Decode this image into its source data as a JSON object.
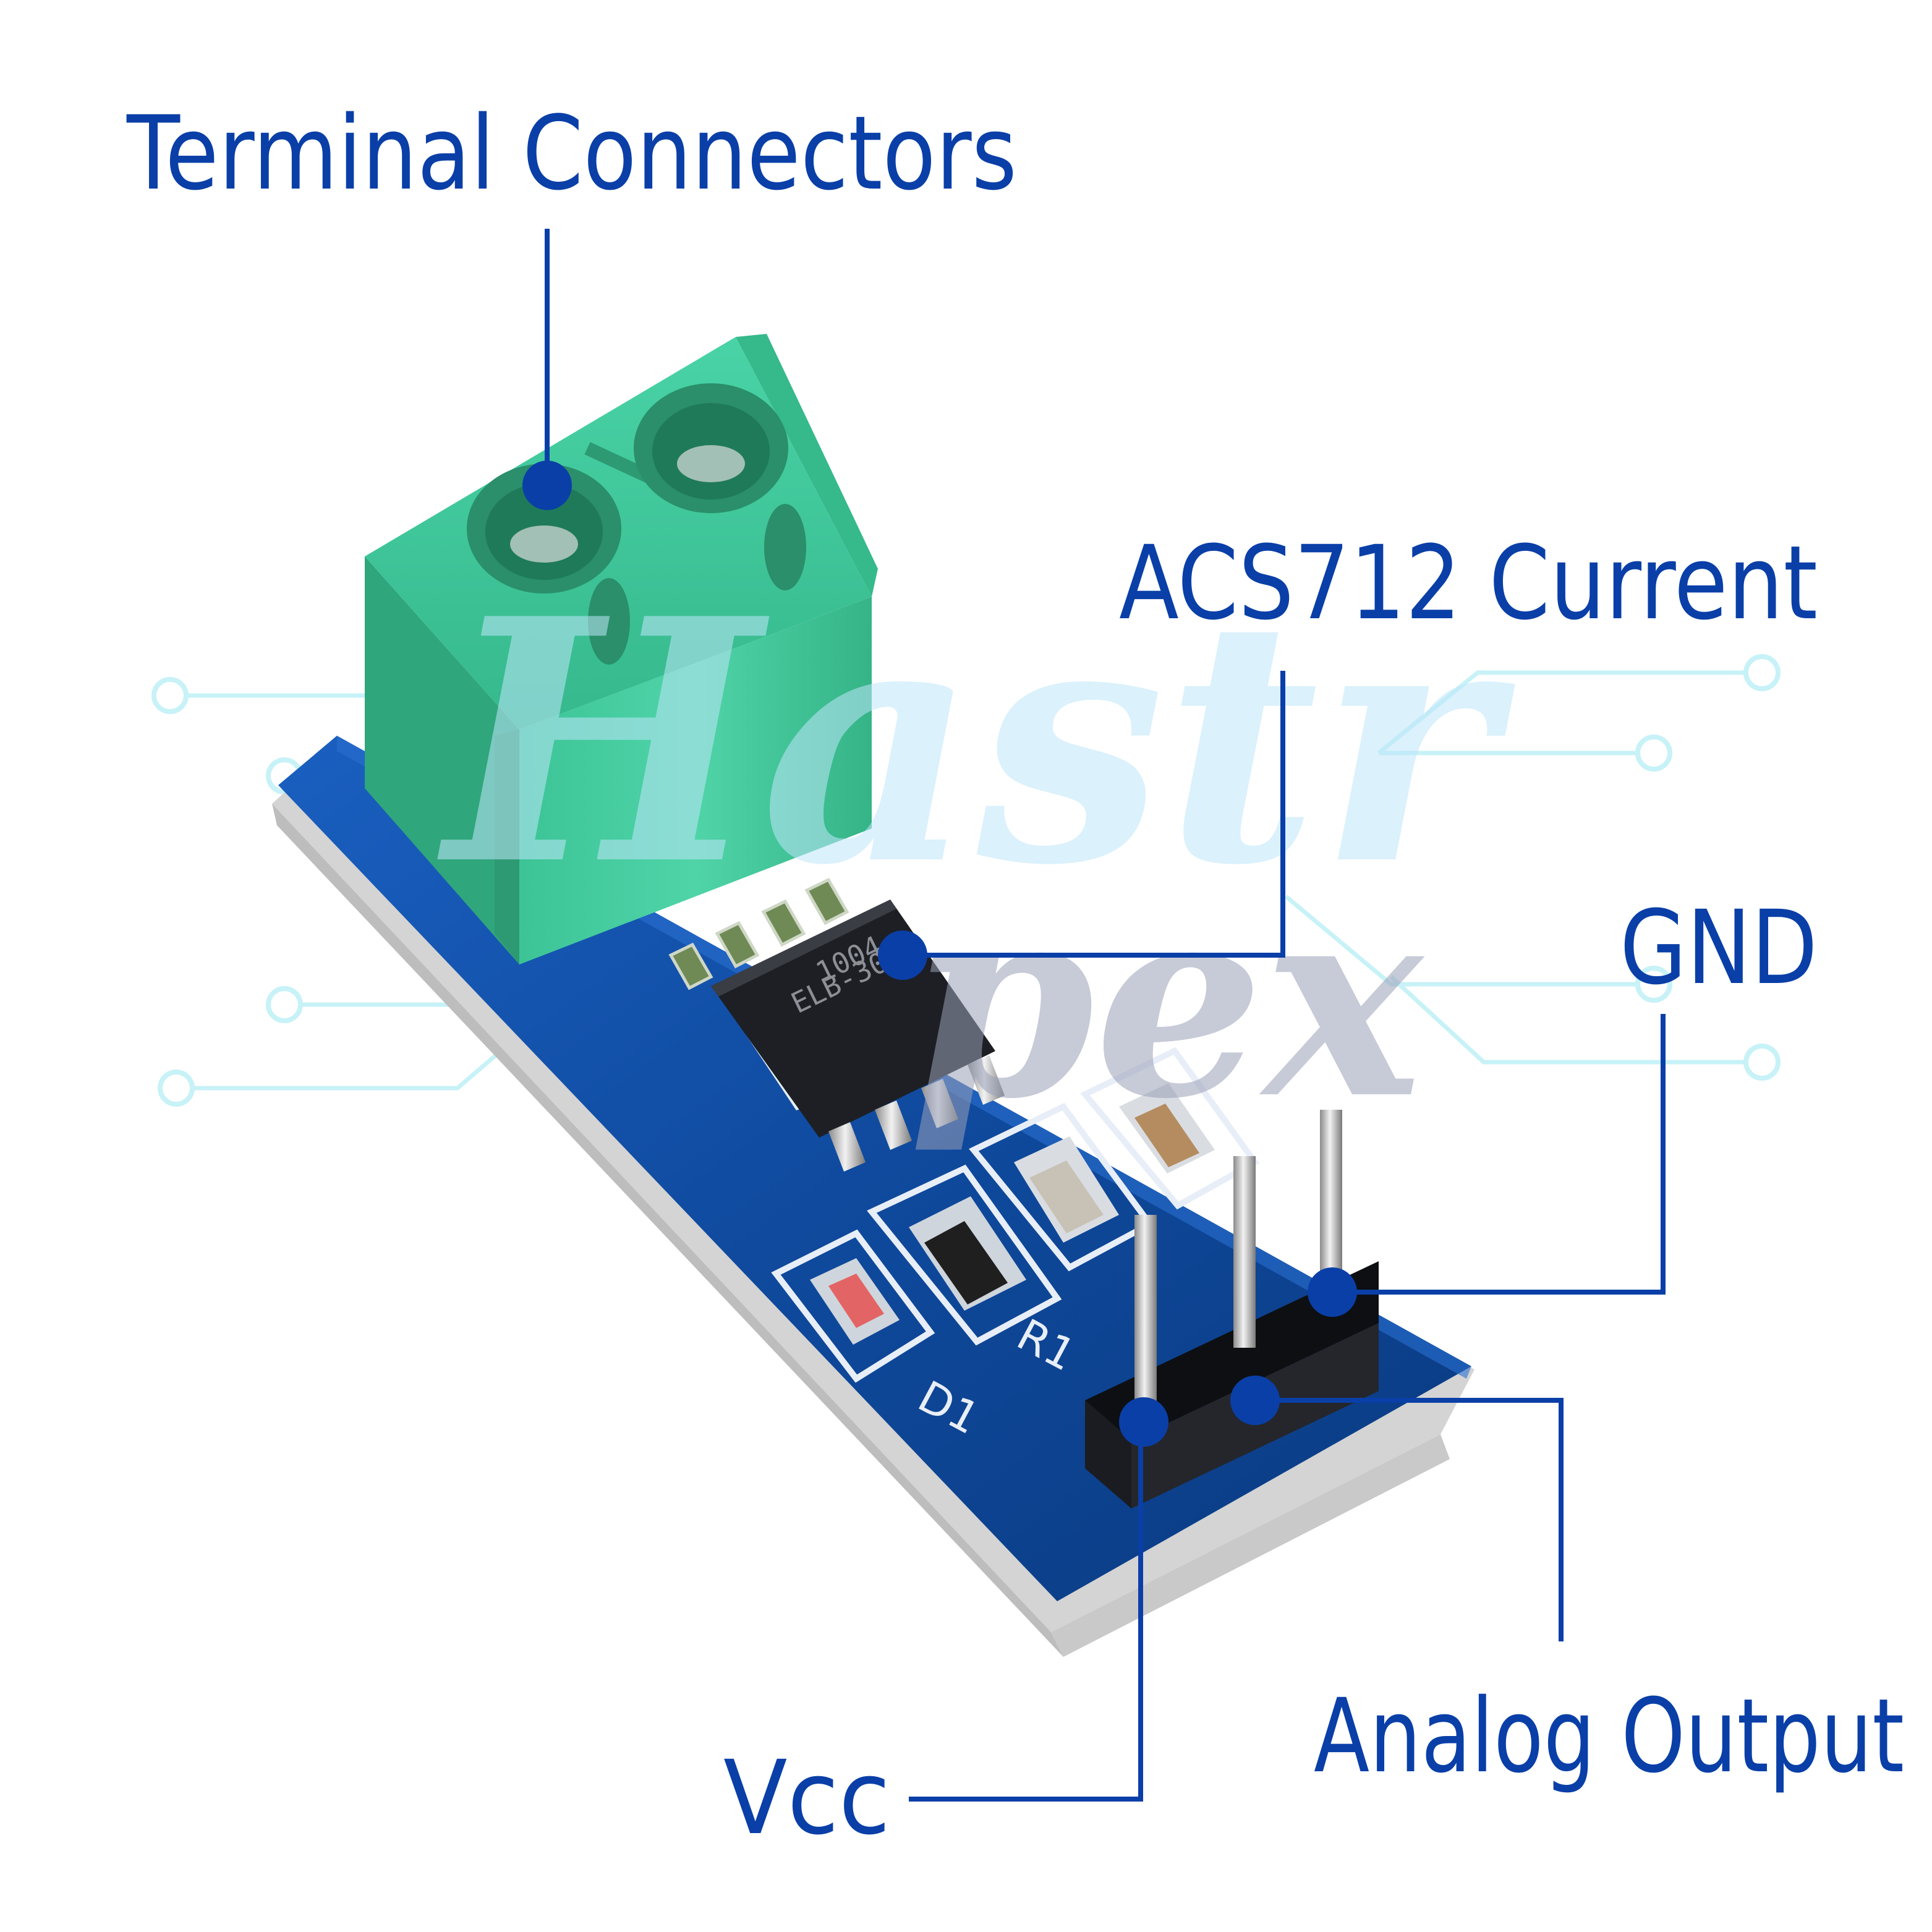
{
  "labels": {
    "terminal": "Terminal Connectors",
    "acs": "ACS712 Current",
    "gnd": "GND",
    "analog": "Analog Output",
    "vcc": "Vcc"
  },
  "silkscreen": {
    "r1": "R1",
    "d1": "D1",
    "chip_line1": "ELB-30A",
    "chip_line2": "1004"
  },
  "colors": {
    "label_blue": "#0a3fa8",
    "board_blue": "#0f4a9e",
    "terminal_green": "#3fc79a",
    "trace_cyan": "#c7f2f7"
  }
}
